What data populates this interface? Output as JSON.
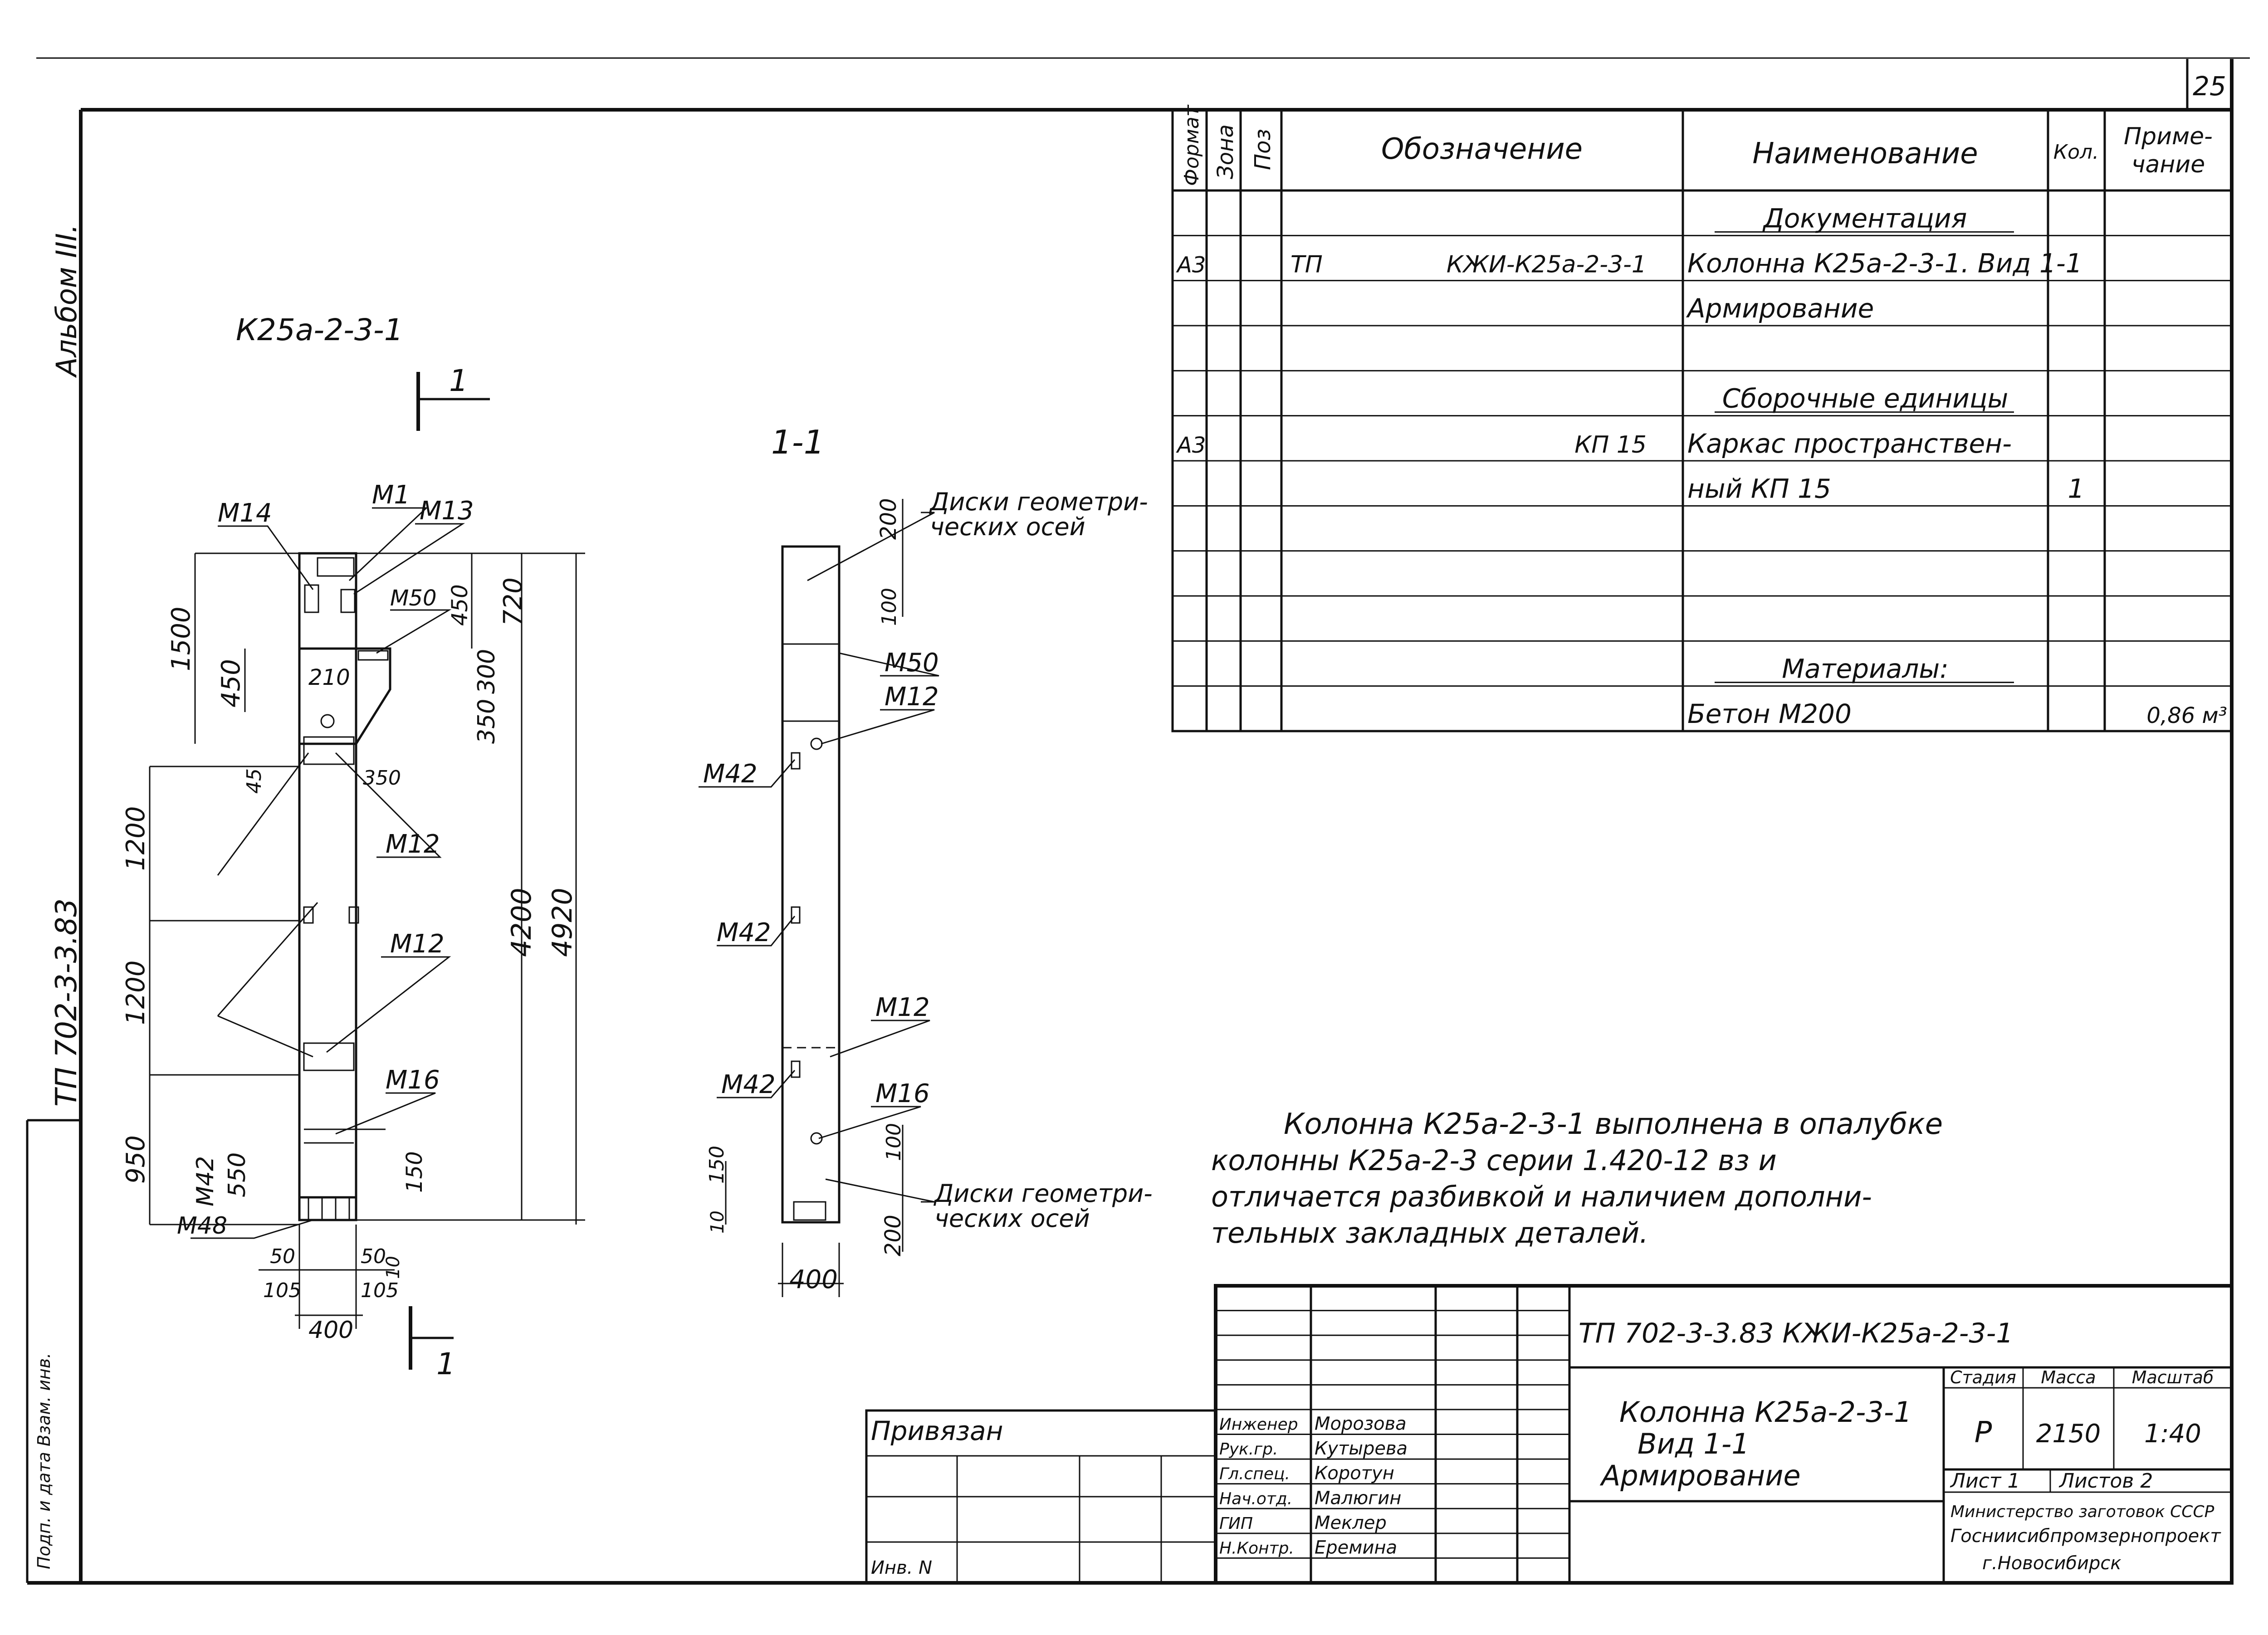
{
  "sheet_number": "25",
  "album": "Альбом III.",
  "series_side": "ТП   702-3-3.83",
  "side_strip_text": "Подп. и дата  Взам. инв.",
  "elevation": {
    "title": "К25а-2-3-1",
    "section_marker": "1",
    "labels": {
      "m14": "М14",
      "m1": "М1",
      "m13": "М13",
      "m50": "М50",
      "m12_a": "М12",
      "m12_b": "М12",
      "m16": "М16",
      "m42": "М42",
      "m48": "М48"
    },
    "dims": {
      "d1500": "1500",
      "d450a": "450",
      "d450b": "450",
      "d720": "720",
      "d210": "210",
      "d300": "300",
      "d350a": "350",
      "d350b": "350",
      "d45": "45",
      "d1200a": "1200",
      "d1200b": "1200",
      "d950": "950",
      "d550": "550",
      "d150": "150",
      "d4200": "4200",
      "d4920": "4920",
      "d50a": "50",
      "d50b": "50",
      "d10": "10",
      "d105a": "105",
      "d105b": "105",
      "d400": "400"
    }
  },
  "section": {
    "title": "1-1",
    "labels": {
      "disks_top_1": "Диски геометри-",
      "disks_top_2": "ческих осей",
      "disks_bot_1": "Диски геометри-",
      "disks_bot_2": "ческих осей",
      "m50": "М50",
      "m12a": "М12",
      "m42a": "М42",
      "m42b": "М42",
      "m12b": "М12",
      "m42c": "М42",
      "m16": "М16"
    },
    "dims": {
      "d200a": "200",
      "d100a": "100",
      "d100b": "100",
      "d150": "150",
      "d10": "10",
      "d200b": "200",
      "d400": "400"
    }
  },
  "spec_table": {
    "headers": {
      "format": "Формат",
      "zone": "Зона",
      "pos": "Поз",
      "designation": "Обозначение",
      "name": "Наименование",
      "qty": "Кол.",
      "note_1": "Приме-",
      "note_2": "чание"
    },
    "rows": [
      {
        "format": "",
        "tp": "",
        "designation": "",
        "name": "Документация",
        "qty": "",
        "note": ""
      },
      {
        "format": "А3",
        "tp": "ТП",
        "designation": "КЖИ-К25а-2-3-1",
        "name": "Колонна К25а-2-3-1. Вид 1-1",
        "qty": "",
        "note": ""
      },
      {
        "format": "",
        "tp": "",
        "designation": "",
        "name": "Армирование",
        "qty": "",
        "note": ""
      },
      {
        "format": "",
        "tp": "",
        "designation": "",
        "name": "",
        "qty": "",
        "note": ""
      },
      {
        "format": "",
        "tp": "",
        "designation": "",
        "name": "Сборочные единицы",
        "qty": "",
        "note": ""
      },
      {
        "format": "А3",
        "tp": "",
        "designation": "КП 15",
        "name": "Каркас пространствен-",
        "qty": "",
        "note": ""
      },
      {
        "format": "",
        "tp": "",
        "designation": "",
        "name": "ный  КП 15",
        "qty": "1",
        "note": ""
      },
      {
        "format": "",
        "tp": "",
        "designation": "",
        "name": "",
        "qty": "",
        "note": ""
      },
      {
        "format": "",
        "tp": "",
        "designation": "",
        "name": "",
        "qty": "",
        "note": ""
      },
      {
        "format": "",
        "tp": "",
        "designation": "",
        "name": "",
        "qty": "",
        "note": ""
      },
      {
        "format": "",
        "tp": "",
        "designation": "",
        "name": "Материалы:",
        "qty": "",
        "note": ""
      },
      {
        "format": "",
        "tp": "",
        "designation": "",
        "name": "Бетон М200",
        "qty": "",
        "note": "0,86 м³"
      }
    ]
  },
  "note_lines": [
    "Колонна К25а-2-3-1 выполнена в опалубке",
    "колонны К25а-2-3   серии 1.420-12 вз и",
    "отличается разбивкой   и наличием дополни-",
    "тельных закладных деталей."
  ],
  "title_block": {
    "code": "ТП  702-3-3.83     КЖИ-К25а-2-3-1",
    "title_lines": [
      "Колонна К25а-2-3-1",
      "Вид 1-1",
      "Армирование"
    ],
    "stage_label": "Стадия",
    "mass_label": "Масса",
    "scale_label": "Масштаб",
    "stage": "Р",
    "mass": "2150",
    "scale": "1:40",
    "sheet_label": "Лист 1",
    "sheets_label": "Листов 2",
    "org_lines": [
      "Министерство заготовок СССР",
      "Госнииcибпромзернопроект",
      "г.Новосибирск"
    ],
    "roles": [
      "Инженер",
      "Рук.гр.",
      "Гл.спец.",
      "Нач.отд.",
      "ГИП",
      "Н.Контр."
    ],
    "names": [
      "Морозова",
      "Кутырева",
      "Коротун",
      "Малюгин",
      "Меклер",
      "Еремина"
    ],
    "linked": "Привязан",
    "inv": "Инв. N"
  }
}
